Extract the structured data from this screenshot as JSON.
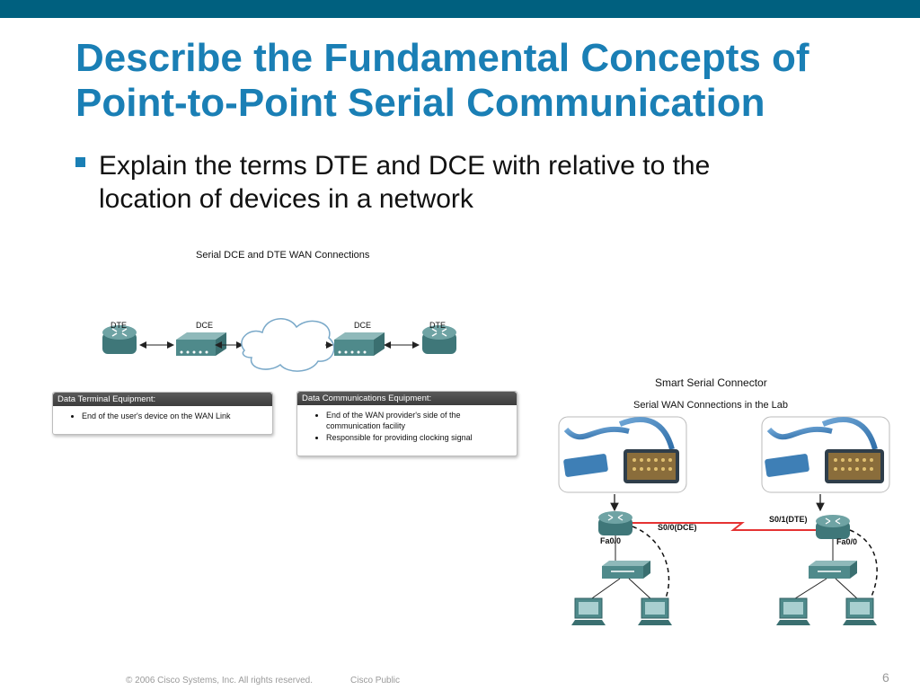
{
  "slide": {
    "title_lines": [
      "Describe the Fundamental Concepts of",
      "Point-to-Point Serial Communication"
    ],
    "bullet_lines": [
      "Explain the terms DTE and DCE with relative to the",
      "location of devices in a network"
    ],
    "footer_copyright": "© 2006 Cisco Systems, Inc. All rights reserved.",
    "footer_classification": "Cisco Public",
    "page_number": "6"
  },
  "diagram_left": {
    "caption": "Serial DCE and DTE WAN Connections",
    "labels": [
      "DTE",
      "DCE",
      "DCE",
      "DTE"
    ],
    "dte_panel": {
      "header": "Data Terminal Equipment:",
      "items": [
        "End of the user's device on the WAN Link"
      ]
    },
    "dce_panel": {
      "header": "Data Communications Equipment:",
      "items": [
        "End of the WAN provider's side of the",
        "communication facility",
        "Responsible for providing clocking signal"
      ]
    }
  },
  "diagram_right": {
    "title": "Smart Serial Connector",
    "subtitle": "Serial WAN Connections in the Lab",
    "left_serial": "S0/0(DCE)",
    "right_serial": "S0/1(DTE)",
    "left_fa": "Fa0/0",
    "right_fa": "Fa0/0"
  },
  "colors": {
    "title": "#1a7fb5",
    "bar": "#00607f",
    "device": "#4f8a8b",
    "link": "#e53333"
  }
}
